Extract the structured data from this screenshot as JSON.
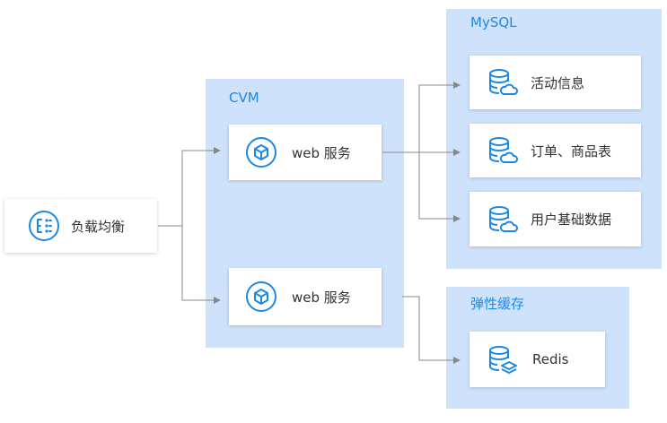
{
  "colors": {
    "accent": "#1e88e5",
    "group_fill": "#cfe2fb",
    "connector": "#888888"
  },
  "load_balancer": {
    "label": "负载均衡",
    "icon": "load-balancer-icon"
  },
  "cvm": {
    "title": "CVM",
    "services": [
      {
        "label": "web 服务",
        "icon": "cube-service-icon"
      },
      {
        "label": "web 服务",
        "icon": "cube-service-icon"
      }
    ]
  },
  "mysql": {
    "title": "MySQL",
    "items": [
      {
        "label": "活动信息",
        "icon": "cloud-database-icon"
      },
      {
        "label": "订单、商品表",
        "icon": "cloud-database-icon"
      },
      {
        "label": "用户基础数据",
        "icon": "cloud-database-icon"
      }
    ]
  },
  "cache": {
    "title": "弹性缓存",
    "items": [
      {
        "label": "Redis",
        "icon": "layered-database-icon"
      }
    ]
  }
}
